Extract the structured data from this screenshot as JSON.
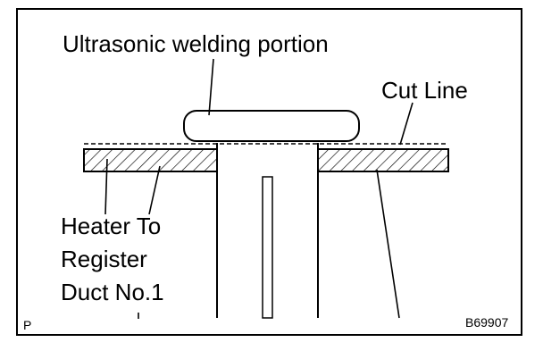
{
  "labels": {
    "ultrasonic": "Ultrasonic welding portion",
    "cut_line": "Cut Line",
    "heater_line1": "Heater To",
    "heater_line2": "Register",
    "heater_line3": "Duct No.1",
    "corner_code": "P",
    "figure_code": "B69907"
  },
  "colors": {
    "ink": "#000000",
    "paper": "#ffffff"
  }
}
